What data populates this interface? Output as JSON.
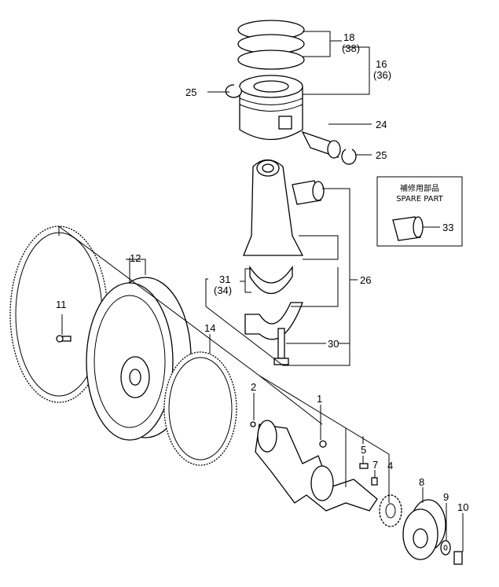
{
  "diagram": {
    "spare_part_box": {
      "title_jp": "補修用部品",
      "title_en": "SPARE PART",
      "callout": "33"
    },
    "callouts": {
      "piston_rings": "18",
      "piston_rings_alt": "(38)",
      "piston": "16",
      "piston_alt": "(36)",
      "circlip_left": "25",
      "piston_pin": "24",
      "circlip_right": "25",
      "connecting_rod": "26",
      "bearing": "31",
      "bearing_alt": "(34)",
      "rod_bolt": "30",
      "flywheel": "12",
      "flywheel_bolt": "11",
      "ring_gear": "14",
      "pin": "2",
      "crankshaft": "1",
      "key": "5",
      "key_small": "7",
      "crank_gear": "4",
      "pulley": "8",
      "washer": "9",
      "pulley_bolt": "10"
    }
  }
}
